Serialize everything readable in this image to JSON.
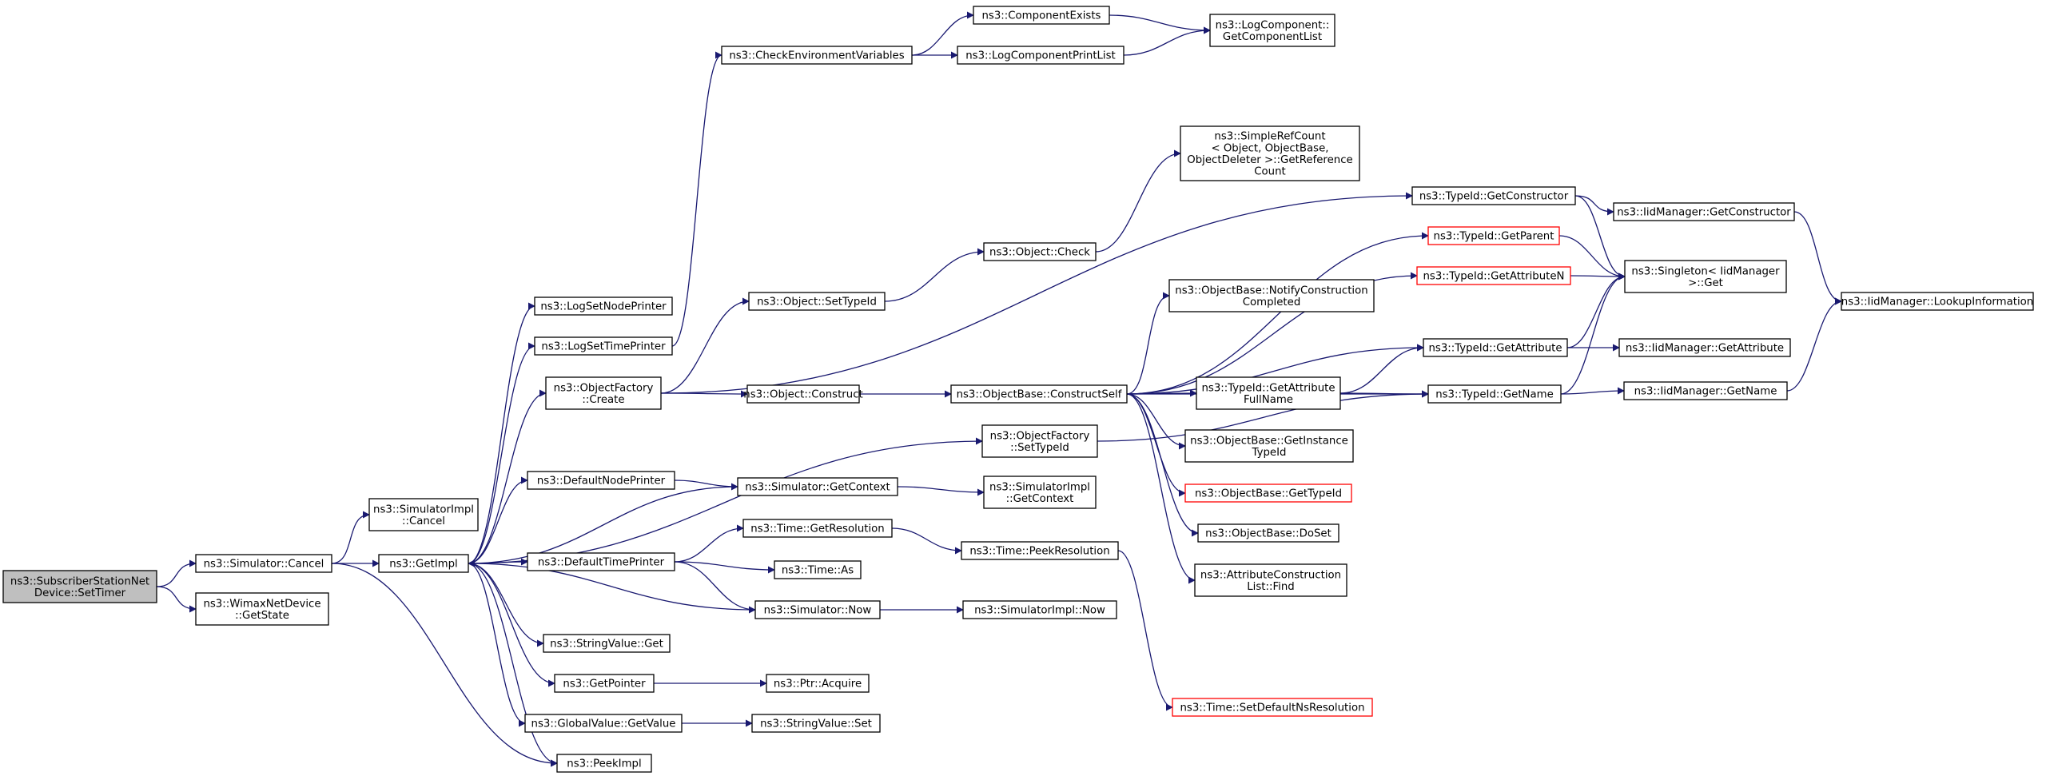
{
  "nodes": [
    {
      "id": "n1",
      "lines": [
        "ns3::SubscriberStationNet",
        "Device::SetTimer"
      ],
      "root": true
    },
    {
      "id": "n2",
      "lines": [
        "ns3::Simulator::Cancel"
      ]
    },
    {
      "id": "n3",
      "lines": [
        "ns3::WimaxNetDevice",
        "::GetState"
      ]
    },
    {
      "id": "n4",
      "lines": [
        "ns3::SimulatorImpl",
        "::Cancel"
      ]
    },
    {
      "id": "n5",
      "lines": [
        "ns3::GetImpl"
      ]
    },
    {
      "id": "n6",
      "lines": [
        "ns3::PeekImpl"
      ]
    },
    {
      "id": "n7",
      "lines": [
        "ns3::LogSetNodePrinter"
      ]
    },
    {
      "id": "n8",
      "lines": [
        "ns3::LogSetTimePrinter"
      ]
    },
    {
      "id": "n9",
      "lines": [
        "ns3::ObjectFactory",
        "::Create"
      ]
    },
    {
      "id": "n10",
      "lines": [
        "ns3::DefaultNodePrinter"
      ]
    },
    {
      "id": "n11",
      "lines": [
        "ns3::DefaultTimePrinter"
      ]
    },
    {
      "id": "n12",
      "lines": [
        "ns3::StringValue::Get"
      ]
    },
    {
      "id": "n13",
      "lines": [
        "ns3::GetPointer"
      ]
    },
    {
      "id": "n14",
      "lines": [
        "ns3::GlobalValue::GetValue"
      ]
    },
    {
      "id": "n15",
      "lines": [
        "ns3::CheckEnvironmentVariables"
      ]
    },
    {
      "id": "n16",
      "lines": [
        "ns3::Object::SetTypeId"
      ]
    },
    {
      "id": "n17",
      "lines": [
        "ns3::Object::Construct"
      ]
    },
    {
      "id": "n18",
      "lines": [
        "ns3::Simulator::GetContext"
      ]
    },
    {
      "id": "n19",
      "lines": [
        "ns3::Time::GetResolution"
      ]
    },
    {
      "id": "n20",
      "lines": [
        "ns3::Time::As"
      ]
    },
    {
      "id": "n21",
      "lines": [
        "ns3::Simulator::Now"
      ]
    },
    {
      "id": "n22",
      "lines": [
        "ns3::Ptr::Acquire"
      ]
    },
    {
      "id": "n23",
      "lines": [
        "ns3::StringValue::Set"
      ]
    },
    {
      "id": "n24",
      "lines": [
        "ns3::ComponentExists"
      ]
    },
    {
      "id": "n25",
      "lines": [
        "ns3::LogComponentPrintList"
      ]
    },
    {
      "id": "n26",
      "lines": [
        "ns3::Object::Check"
      ]
    },
    {
      "id": "n27",
      "lines": [
        "ns3::ObjectBase::ConstructSelf"
      ]
    },
    {
      "id": "n28",
      "lines": [
        "ns3::ObjectFactory",
        "::SetTypeId"
      ]
    },
    {
      "id": "n29",
      "lines": [
        "ns3::SimulatorImpl",
        "::GetContext"
      ]
    },
    {
      "id": "n30",
      "lines": [
        "ns3::Time::PeekResolution"
      ]
    },
    {
      "id": "n31",
      "lines": [
        "ns3::SimulatorImpl::Now"
      ]
    },
    {
      "id": "n32",
      "lines": [
        "ns3::LogComponent::",
        "GetComponentList"
      ]
    },
    {
      "id": "n33",
      "lines": [
        "ns3::SimpleRefCount",
        "< Object, ObjectBase,",
        "ObjectDeleter >::GetReference",
        "Count"
      ]
    },
    {
      "id": "n34",
      "lines": [
        "ns3::ObjectBase::NotifyConstruction",
        "Completed"
      ]
    },
    {
      "id": "n35",
      "lines": [
        "ns3::TypeId::GetAttribute",
        "FullName"
      ]
    },
    {
      "id": "n36",
      "lines": [
        "ns3::ObjectBase::GetInstance",
        "TypeId"
      ]
    },
    {
      "id": "n37",
      "lines": [
        "ns3::ObjectBase::GetTypeId"
      ],
      "red": true
    },
    {
      "id": "n38",
      "lines": [
        "ns3::ObjectBase::DoSet"
      ]
    },
    {
      "id": "n39",
      "lines": [
        "ns3::AttributeConstruction",
        "List::Find"
      ]
    },
    {
      "id": "n40",
      "lines": [
        "ns3::Time::SetDefaultNsResolution"
      ],
      "red": true
    },
    {
      "id": "n41",
      "lines": [
        "ns3::TypeId::GetConstructor"
      ]
    },
    {
      "id": "n42",
      "lines": [
        "ns3::TypeId::GetParent"
      ],
      "red": true
    },
    {
      "id": "n43",
      "lines": [
        "ns3::TypeId::GetAttributeN"
      ],
      "red": true
    },
    {
      "id": "n44",
      "lines": [
        "ns3::TypeId::GetAttribute"
      ]
    },
    {
      "id": "n45",
      "lines": [
        "ns3::TypeId::GetName"
      ]
    },
    {
      "id": "n46",
      "lines": [
        "ns3::IidManager::GetConstructor"
      ]
    },
    {
      "id": "n47",
      "lines": [
        "ns3::Singleton< IidManager",
        " >::Get"
      ]
    },
    {
      "id": "n48",
      "lines": [
        "ns3::IidManager::GetAttribute"
      ]
    },
    {
      "id": "n49",
      "lines": [
        "ns3::IidManager::GetName"
      ]
    },
    {
      "id": "n50",
      "lines": [
        "ns3::IidManager::LookupInformation"
      ]
    }
  ],
  "edges": [
    [
      "n1",
      "n2"
    ],
    [
      "n1",
      "n3"
    ],
    [
      "n2",
      "n4"
    ],
    [
      "n2",
      "n5"
    ],
    [
      "n2",
      "n6"
    ],
    [
      "n5",
      "n7"
    ],
    [
      "n5",
      "n8"
    ],
    [
      "n5",
      "n9"
    ],
    [
      "n5",
      "n28"
    ],
    [
      "n5",
      "n10"
    ],
    [
      "n5",
      "n11"
    ],
    [
      "n5",
      "n12"
    ],
    [
      "n5",
      "n13"
    ],
    [
      "n5",
      "n14"
    ],
    [
      "n5",
      "n6"
    ],
    [
      "n8",
      "n15"
    ],
    [
      "n9",
      "n16"
    ],
    [
      "n9",
      "n17"
    ],
    [
      "n9",
      "n41"
    ],
    [
      "n10",
      "n18"
    ],
    [
      "n11",
      "n19"
    ],
    [
      "n11",
      "n20"
    ],
    [
      "n11",
      "n21"
    ],
    [
      "n13",
      "n22"
    ],
    [
      "n14",
      "n23"
    ],
    [
      "n15",
      "n24"
    ],
    [
      "n15",
      "n25"
    ],
    [
      "n16",
      "n26"
    ],
    [
      "n17",
      "n27"
    ],
    [
      "n18",
      "n29"
    ],
    [
      "n18",
      "n5"
    ],
    [
      "n19",
      "n30"
    ],
    [
      "n21",
      "n31"
    ],
    [
      "n21",
      "n5"
    ],
    [
      "n24",
      "n32"
    ],
    [
      "n25",
      "n32"
    ],
    [
      "n26",
      "n33"
    ],
    [
      "n27",
      "n42"
    ],
    [
      "n27",
      "n43"
    ],
    [
      "n27",
      "n34"
    ],
    [
      "n27",
      "n44"
    ],
    [
      "n27",
      "n35"
    ],
    [
      "n27",
      "n36"
    ],
    [
      "n27",
      "n37"
    ],
    [
      "n27",
      "n38"
    ],
    [
      "n27",
      "n39"
    ],
    [
      "n27",
      "n45"
    ],
    [
      "n28",
      "n45"
    ],
    [
      "n30",
      "n40"
    ],
    [
      "n35",
      "n44"
    ],
    [
      "n35",
      "n45"
    ],
    [
      "n41",
      "n46"
    ],
    [
      "n41",
      "n47"
    ],
    [
      "n42",
      "n47"
    ],
    [
      "n43",
      "n47"
    ],
    [
      "n44",
      "n47"
    ],
    [
      "n44",
      "n48"
    ],
    [
      "n45",
      "n47"
    ],
    [
      "n45",
      "n49"
    ],
    [
      "n46",
      "n50"
    ],
    [
      "n49",
      "n50"
    ]
  ]
}
